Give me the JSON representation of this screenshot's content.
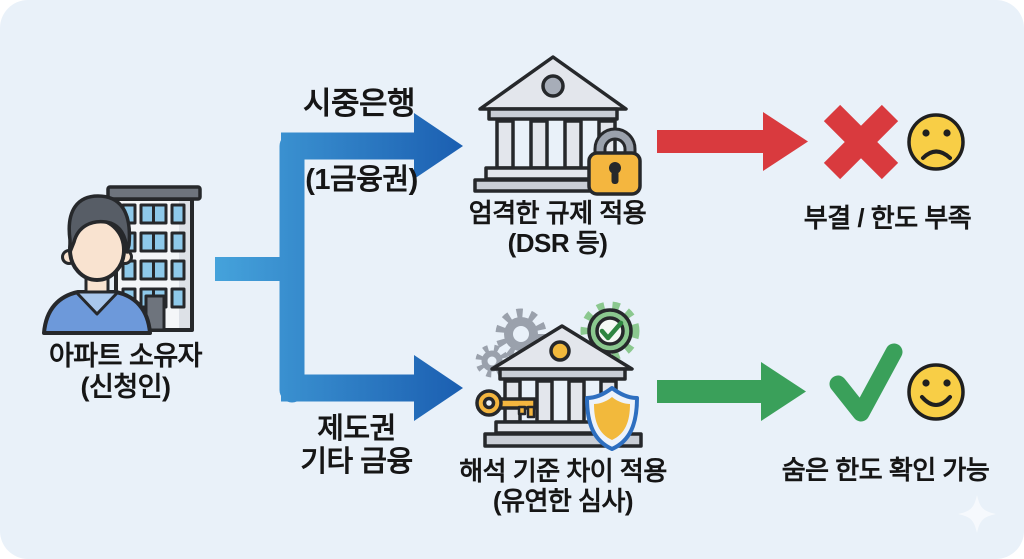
{
  "page": {
    "background_color": "#ffffff",
    "board_color": "#e9f1f9"
  },
  "colors": {
    "flow_blue_light": "#46a4dc",
    "flow_blue_dark": "#1a5db0",
    "reject_red": "#d93a3e",
    "approve_green": "#3aa05a",
    "face_yellow": "#f8ce46",
    "text": "#161616",
    "lock_gold": "#f4b63f",
    "shield_gold": "#f2b93c"
  },
  "applicant": {
    "icon": "person-with-building-icon",
    "caption_line1": "아파트 소유자",
    "caption_line2": "(신청인)"
  },
  "top_path": {
    "arrow_label": "시중은행",
    "arrow_sublabel": "(1금융권)",
    "node": {
      "icon": "bank-with-lock-icon",
      "caption_line1": "엄격한 규제 적용",
      "caption_line2": "(DSR 등)"
    },
    "result": {
      "icons": [
        "x-mark-icon",
        "sad-face-icon"
      ],
      "caption": "부결 / 한도 부족"
    }
  },
  "bottom_path": {
    "arrow_label_line1": "제도권",
    "arrow_label_line2": "기타 금융",
    "node": {
      "icon": "bank-with-gears-key-shield-icon",
      "caption_line1": "해석 기준 차이 적용",
      "caption_line2": "(유연한 심사)"
    },
    "result": {
      "icons": [
        "check-mark-icon",
        "happy-face-icon"
      ],
      "caption": "숨은 한도 확인 가능"
    }
  },
  "watermark": {
    "icon": "sparkle-icon"
  }
}
